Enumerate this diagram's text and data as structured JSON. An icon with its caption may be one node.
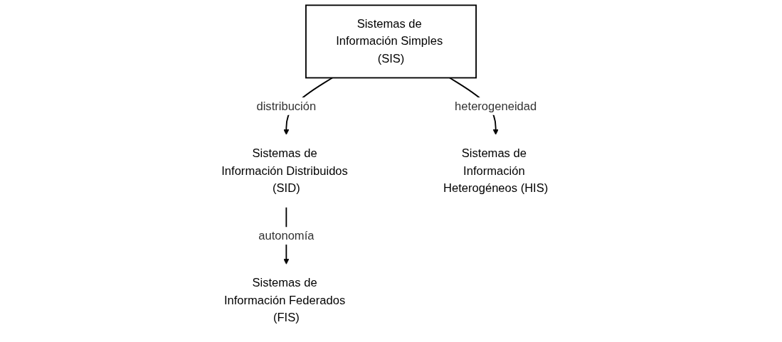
{
  "diagram": {
    "nodes": [
      {
        "text": [
          "Sistemas de Información Simples (SIS)"
        ]
      },
      {
        "text": [
          "Sistemas de Información Distribuidos (SID)"
        ]
      },
      {
        "text": [
          "Sistemas de Información Heterogéneos (HIS)"
        ]
      },
      {
        "text": [
          "Sistemas de Información Federados (FIS)"
        ]
      }
    ],
    "edges": [
      {
        "from": 0,
        "to": 1,
        "arrow": "to",
        "label": "distribución"
      },
      {
        "from": 0,
        "to": 2,
        "arrow": "to",
        "label": "heterogeneidad"
      },
      {
        "from": 1,
        "to": 3,
        "arrow": "to",
        "label": "autonomía"
      }
    ]
  }
}
